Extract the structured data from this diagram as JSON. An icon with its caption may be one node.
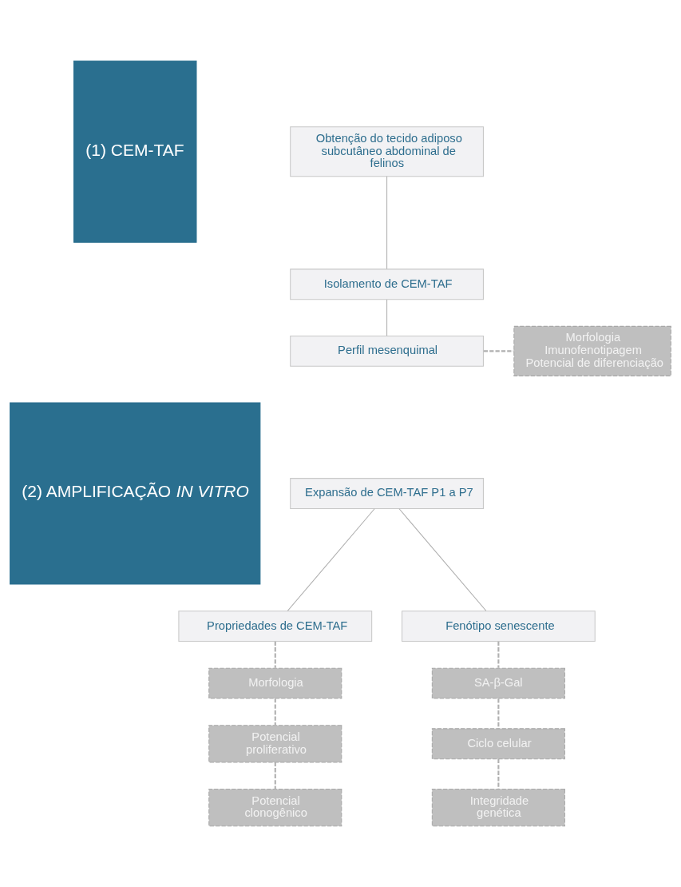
{
  "diagram": {
    "nodes": [
      {
        "text": [
          "(1) CEM-TAF"
        ]
      },
      {
        "text": [
          "Obtenção do tecido adiposo subcutâneo abdominal de felinos"
        ]
      },
      {
        "text": [
          "Isolamento de CEM-TAF"
        ]
      },
      {
        "text": [
          "Perfil mesenquimal"
        ]
      },
      {
        "text": [
          "Morfologia",
          "Imunofenotipagem",
          "Potencial de diferenciação"
        ]
      },
      {
        "text": [
          "(2) AMPLIFICAÇÃO *IN VITRO*"
        ]
      },
      {
        "text": [
          "Expansão de CEM-TAF P1 a P7"
        ]
      },
      {
        "text": [
          "Propriedades de CEM-TAF"
        ]
      },
      {
        "text": [
          "Fenótipo senescente"
        ]
      },
      {
        "text": [
          "Morfologia"
        ]
      },
      {
        "text": [
          "Potencial proliferativo"
        ]
      },
      {
        "text": [
          "Potencial clonogênico"
        ]
      },
      {
        "text": [
          "SA-β-Gal"
        ]
      },
      {
        "text": [
          "Ciclo celular"
        ]
      },
      {
        "text": [
          "Integridade genética"
        ]
      }
    ],
    "edges": [
      {
        "from": 1,
        "to": 2,
        "arrow": "none"
      },
      {
        "from": 2,
        "to": 3,
        "arrow": "none"
      },
      {
        "from": 3,
        "to": 4,
        "arrow": "none",
        "style": "dashed"
      },
      {
        "from": 6,
        "to": 7,
        "arrow": "none"
      },
      {
        "from": 6,
        "to": 8,
        "arrow": "none"
      },
      {
        "from": 7,
        "to": 9,
        "arrow": "none",
        "style": "dashed"
      },
      {
        "from": 9,
        "to": 10,
        "arrow": "none",
        "style": "dashed"
      },
      {
        "from": 10,
        "to": 11,
        "arrow": "none",
        "style": "dashed"
      },
      {
        "from": 8,
        "to": 12,
        "arrow": "none",
        "style": "dashed"
      },
      {
        "from": 12,
        "to": 13,
        "arrow": "none",
        "style": "dashed"
      },
      {
        "from": 13,
        "to": 14,
        "arrow": "none",
        "style": "dashed"
      }
    ]
  }
}
